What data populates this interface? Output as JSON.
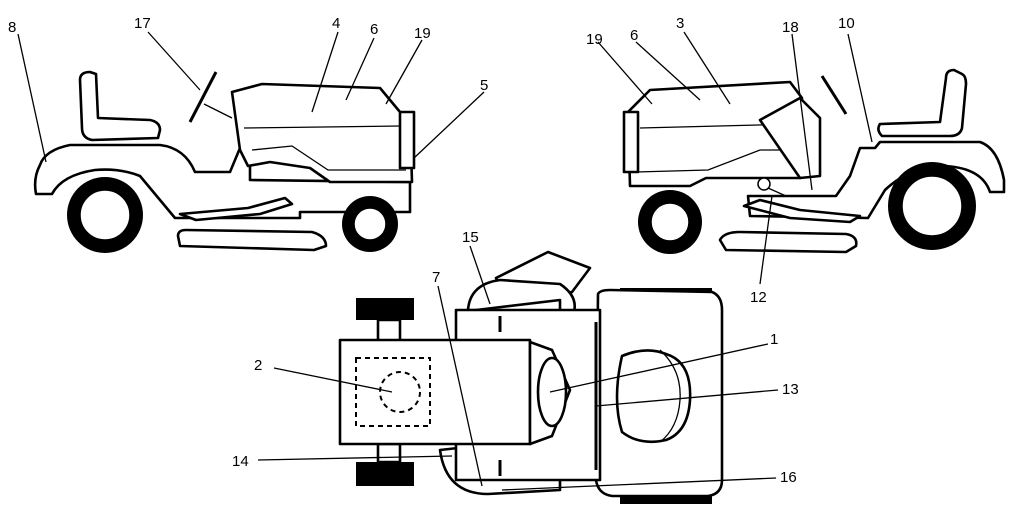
{
  "callouts": {
    "c1": "1",
    "c2": "2",
    "c3": "3",
    "c4": "4",
    "c5": "5",
    "c6a": "6",
    "c6b": "6",
    "c7": "7",
    "c8": "8",
    "c10": "10",
    "c12": "12",
    "c13": "13",
    "c14": "14",
    "c15": "15",
    "c16": "16",
    "c17": "17",
    "c18": "18",
    "c19a": "19",
    "c19b": "19"
  },
  "colors": {
    "line": "#000000",
    "background": "#ffffff"
  }
}
